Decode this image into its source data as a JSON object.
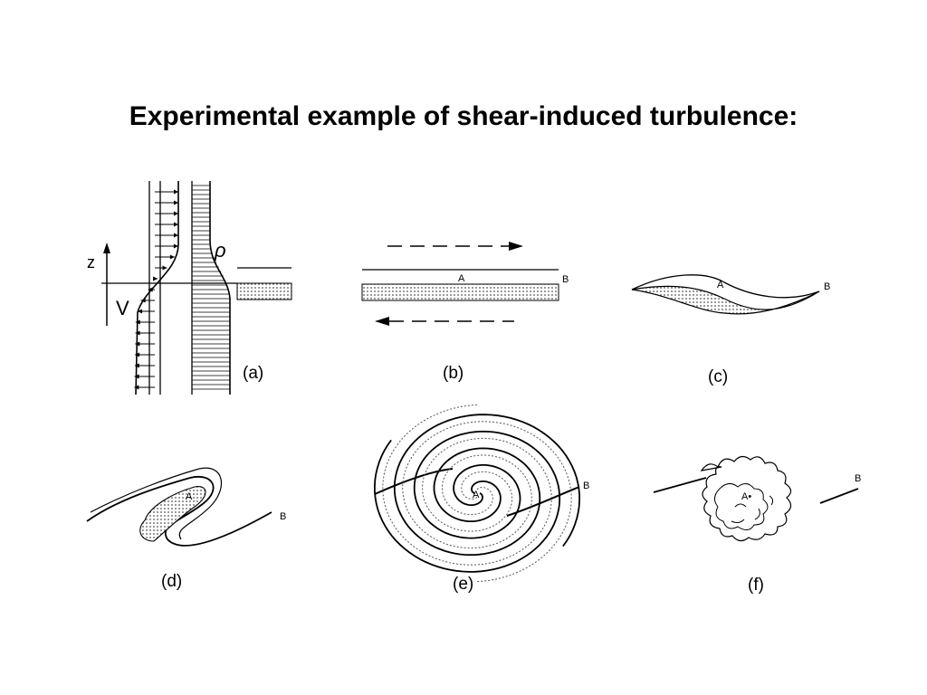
{
  "title": "Experimental example of shear-induced turbulence:",
  "panels": {
    "a": {
      "caption": "(a)",
      "z_label": "z",
      "v_label": "V",
      "rho_label": "ρ"
    },
    "b": {
      "caption": "(b)",
      "point_a": "A",
      "point_b": "B"
    },
    "c": {
      "caption": "(c)",
      "point_a": "A",
      "point_b": "B"
    },
    "d": {
      "caption": "(d)",
      "point_a": "A",
      "point_b": "B"
    },
    "e": {
      "caption": "(e)",
      "point_a": "A",
      "point_b": "B"
    },
    "f": {
      "caption": "(f)",
      "point_a": "A•",
      "point_b": "B"
    }
  },
  "colors": {
    "ink": "#000000",
    "stipple": "#6b6b6b"
  }
}
